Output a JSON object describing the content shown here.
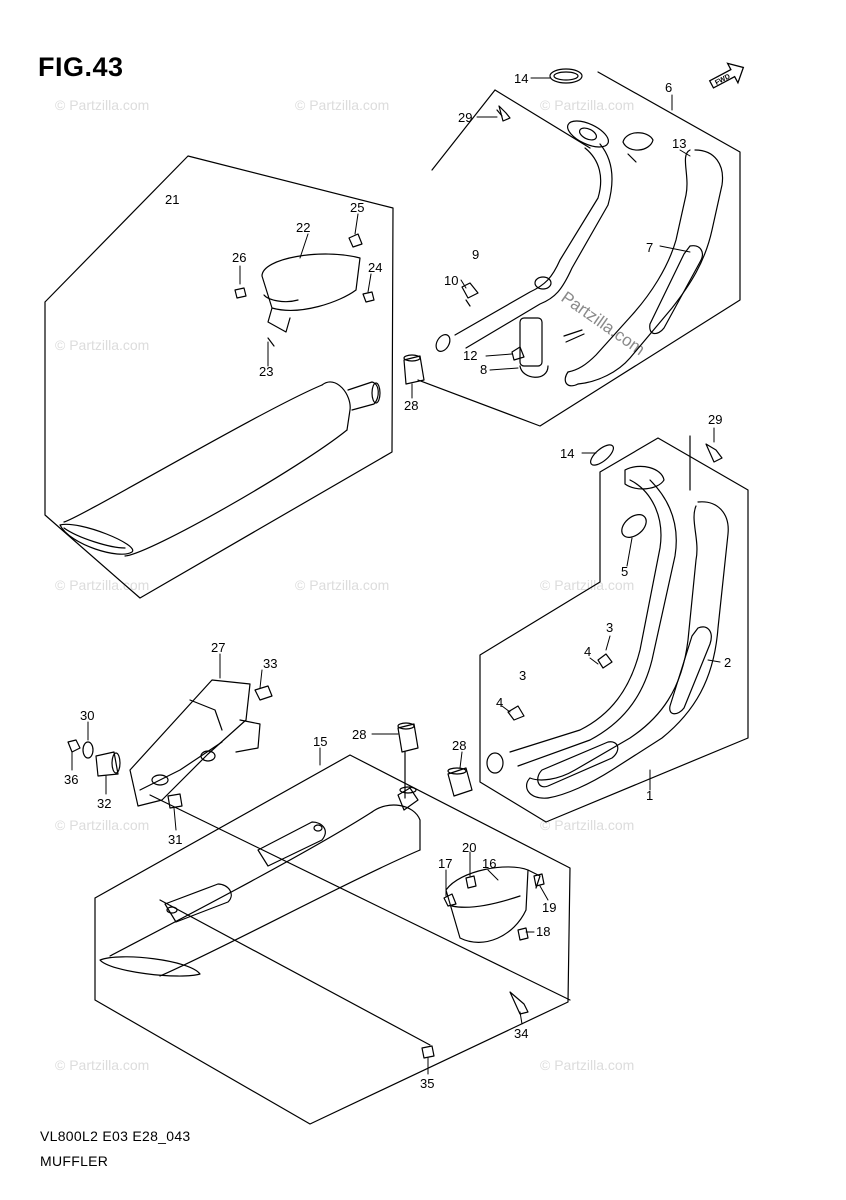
{
  "figure": {
    "title": "FIG.43"
  },
  "footer": {
    "code": "VL800L2 E03 E28_043",
    "name": "MUFFLER"
  },
  "watermark": {
    "text": "© Partzilla.com",
    "brand": "Partzilla.com"
  },
  "callouts": {
    "p1": "1",
    "p2": "2",
    "p3a": "3",
    "p3b": "3",
    "p4a": "4",
    "p4b": "4",
    "p5": "5",
    "p6": "6",
    "p7": "7",
    "p8": "8",
    "p9": "9",
    "p10": "10",
    "p12": "12",
    "p13": "13",
    "p14a": "14",
    "p14b": "14",
    "p15": "15",
    "p16": "16",
    "p17": "17",
    "p18": "18",
    "p19": "19",
    "p20": "20",
    "p21": "21",
    "p22": "22",
    "p23": "23",
    "p24": "24",
    "p25": "25",
    "p26": "26",
    "p27": "27",
    "p28a": "28",
    "p28b": "28",
    "p28c": "28",
    "p29a": "29",
    "p29b": "29",
    "p30": "30",
    "p31": "31",
    "p32": "32",
    "p33": "33",
    "p34": "34",
    "p35": "35",
    "p36": "36"
  },
  "icons": {
    "front_arrow": "fwd-arrow-icon"
  }
}
